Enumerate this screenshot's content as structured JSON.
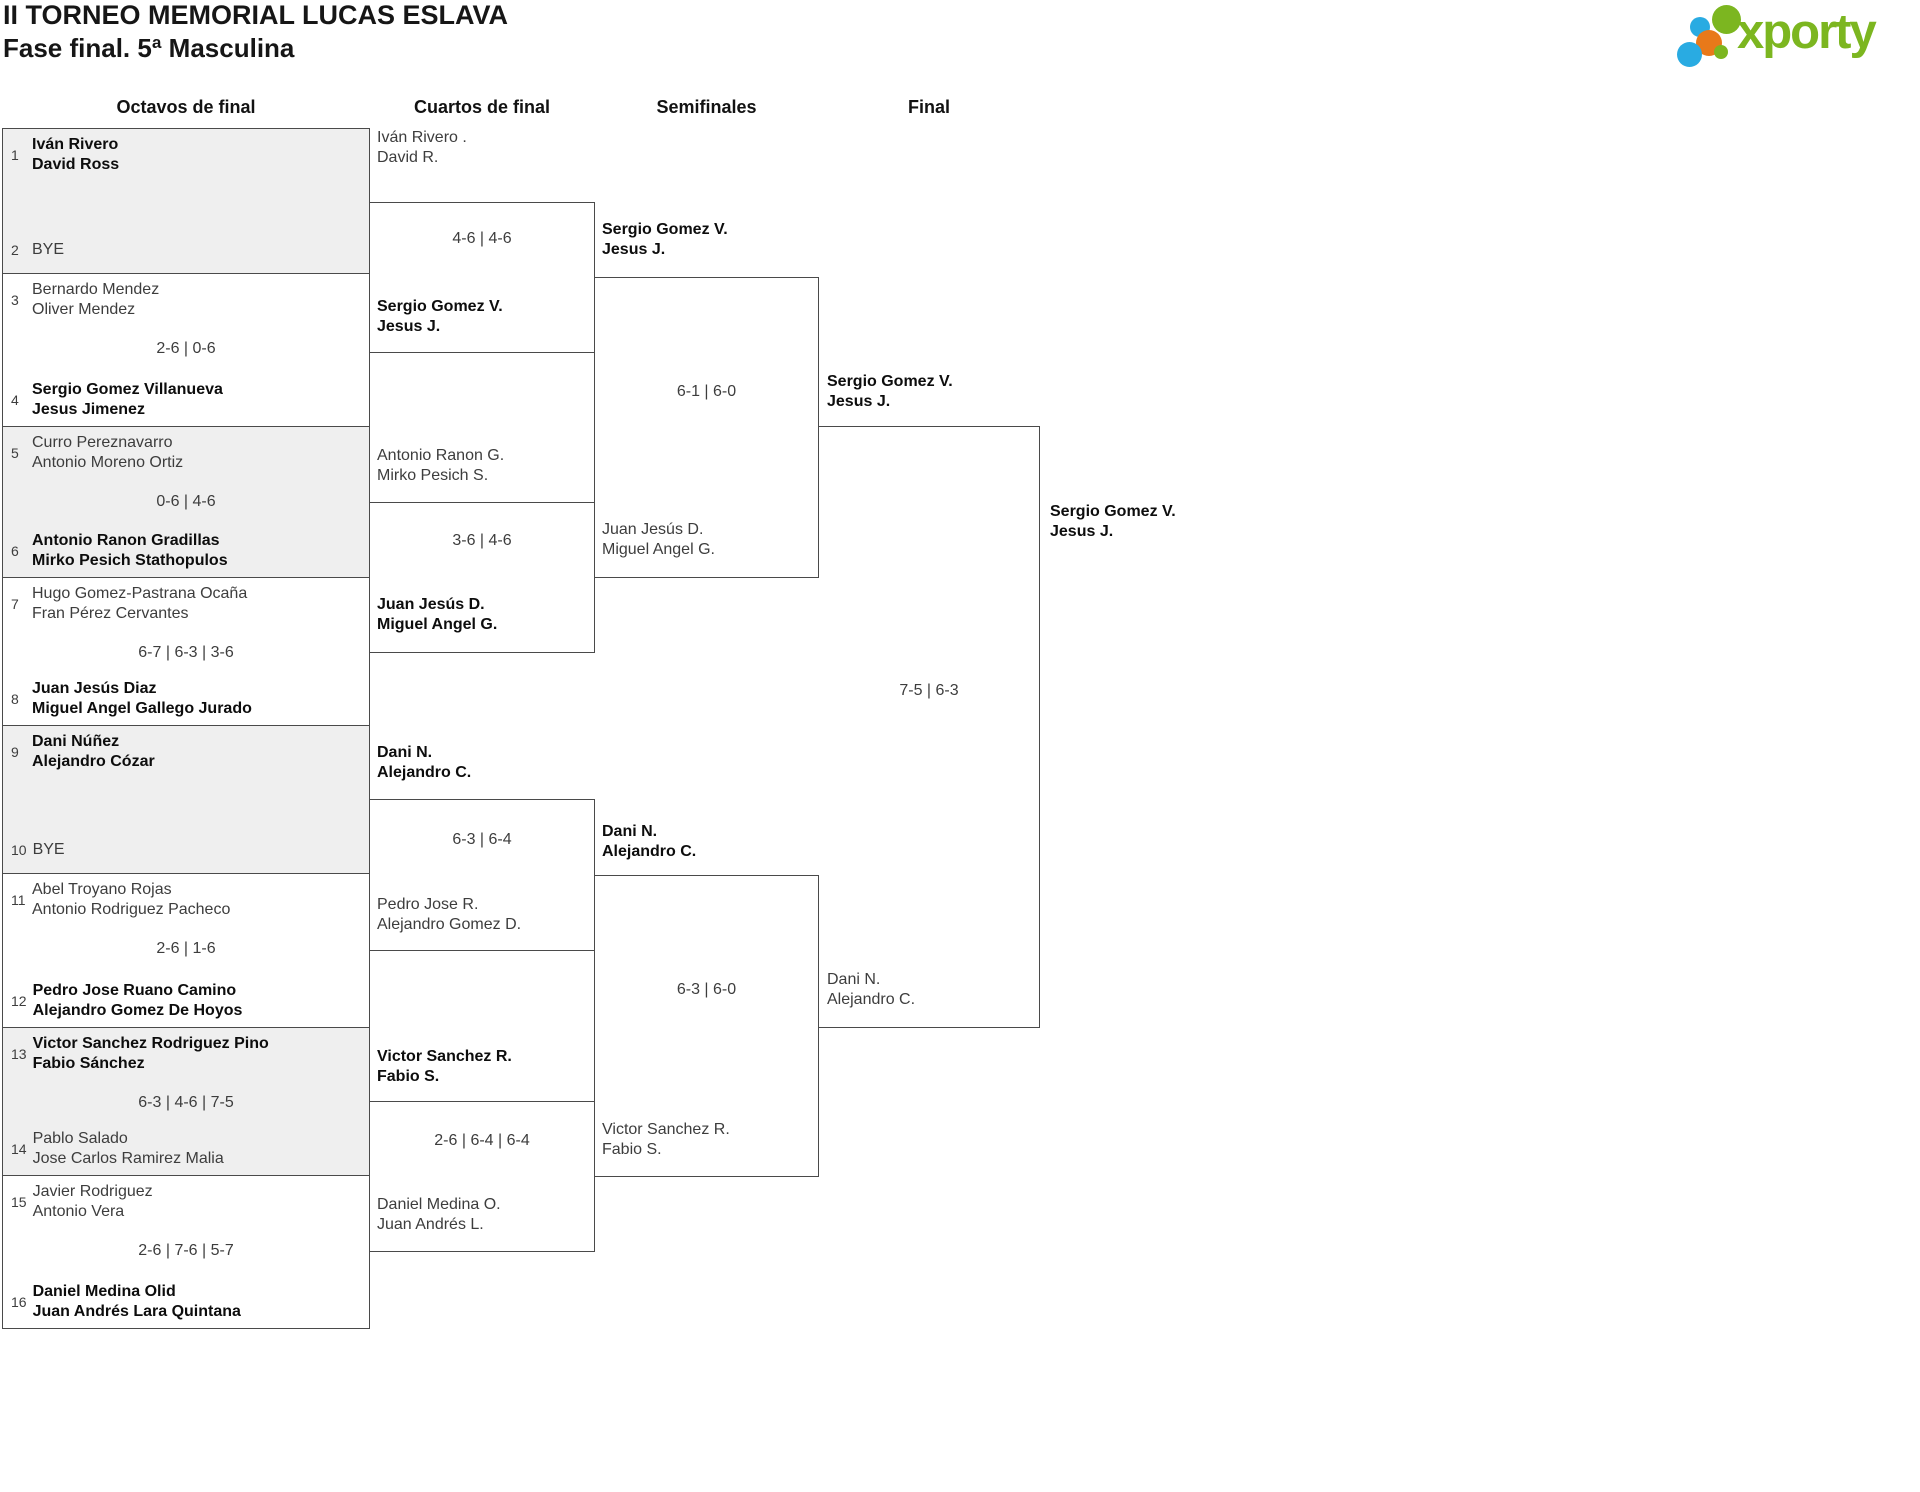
{
  "header": {
    "title": "II TORNEO MEMORIAL LUCAS ESLAVA",
    "subtitle": "Fase final. 5ª Masculina"
  },
  "logo": {
    "brand": "xporty"
  },
  "rounds": {
    "r16": "Octavos de final",
    "qf": "Cuartos de final",
    "sf": "Semifinales",
    "f": "Final"
  },
  "r16": {
    "m1": {
      "seed_top": "1",
      "top1": "Iván Rivero",
      "top2": "David Ross",
      "seed_bottom": "2",
      "bottom1": "BYE"
    },
    "m2": {
      "seed_top": "3",
      "top1": "Bernardo Mendez",
      "top2": "Oliver Mendez",
      "score": "2-6 | 0-6",
      "seed_bottom": "4",
      "bottom1": "Sergio Gomez Villanueva",
      "bottom2": "Jesus Jimenez"
    },
    "m3": {
      "seed_top": "5",
      "top1": "Curro Pereznavarro",
      "top2": "Antonio Moreno Ortiz",
      "score": "0-6 | 4-6",
      "seed_bottom": "6",
      "bottom1": "Antonio Ranon Gradillas",
      "bottom2": "Mirko Pesich Stathopulos"
    },
    "m4": {
      "seed_top": "7",
      "top1": "Hugo Gomez-Pastrana Ocaña",
      "top2": "Fran Pérez Cervantes",
      "score": "6-7 | 6-3 | 3-6",
      "seed_bottom": "8",
      "bottom1": "Juan Jesús Diaz",
      "bottom2": "Miguel Angel Gallego Jurado"
    },
    "m5": {
      "seed_top": "9",
      "top1": "Dani Núñez",
      "top2": "Alejandro Cózar",
      "seed_bottom": "10",
      "bottom1": "BYE"
    },
    "m6": {
      "seed_top": "11",
      "top1": "Abel Troyano Rojas",
      "top2": "Antonio Rodriguez Pacheco",
      "score": "2-6 | 1-6",
      "seed_bottom": "12",
      "bottom1": "Pedro Jose Ruano Camino",
      "bottom2": "Alejandro Gomez De Hoyos"
    },
    "m7": {
      "seed_top": "13",
      "top1": "Victor Sanchez Rodriguez Pino",
      "top2": "Fabio Sánchez",
      "score": "6-3 | 4-6 | 7-5",
      "seed_bottom": "14",
      "bottom1": "Pablo Salado",
      "bottom2": "Jose Carlos Ramirez Malia"
    },
    "m8": {
      "seed_top": "15",
      "top1": "Javier Rodriguez",
      "top2": "Antonio Vera",
      "score": "2-6 | 7-6 | 5-7",
      "seed_bottom": "16",
      "bottom1": "Daniel Medina Olid",
      "bottom2": "Juan Andrés Lara Quintana"
    }
  },
  "qf": {
    "m1": {
      "top1": "Iván Rivero .",
      "top2": "David R.",
      "score": "4-6 | 4-6",
      "bottom1": "Sergio Gomez V.",
      "bottom2": "Jesus J."
    },
    "m2": {
      "top1": "Antonio Ranon G.",
      "top2": "Mirko Pesich S.",
      "score": "3-6 | 4-6",
      "bottom1": "Juan Jesús D.",
      "bottom2": "Miguel Angel G."
    },
    "m3": {
      "top1": "Dani N.",
      "top2": "Alejandro C.",
      "score": "6-3 | 6-4",
      "bottom1": "Pedro Jose R.",
      "bottom2": "Alejandro Gomez D."
    },
    "m4": {
      "top1": "Victor Sanchez R.",
      "top2": "Fabio S.",
      "score": "2-6 | 6-4 | 6-4",
      "bottom1": "Daniel Medina O.",
      "bottom2": "Juan Andrés L."
    }
  },
  "sf": {
    "m1": {
      "top1": "Sergio Gomez V.",
      "top2": "Jesus J.",
      "score": "6-1 | 6-0",
      "bottom1": "Juan Jesús D.",
      "bottom2": "Miguel Angel G."
    },
    "m2": {
      "top1": "Dani N.",
      "top2": "Alejandro C.",
      "score": "6-3 | 6-0",
      "bottom1": "Victor Sanchez R.",
      "bottom2": "Fabio S."
    }
  },
  "final": {
    "top1": "Sergio Gomez V.",
    "top2": "Jesus J.",
    "score": "7-5 | 6-3",
    "bottom1": "Dani N.",
    "bottom2": "Alejandro C."
  },
  "champion": {
    "line1": "Sergio Gomez V.",
    "line2": "Jesus J."
  },
  "colors": {
    "accent_green": "#7cb620",
    "accent_blue": "#29abe2",
    "accent_orange": "#e8791a",
    "box_fill": "#efefef",
    "border": "#4a4a4a"
  }
}
